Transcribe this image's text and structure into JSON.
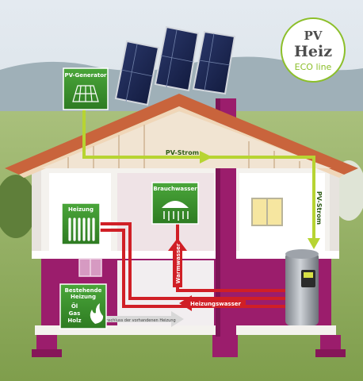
{
  "logo": {
    "pv": "PV",
    "heiz": "Heiz",
    "eco": "ECO line"
  },
  "boxes": {
    "pv_generator": "PV-Generator",
    "heizung": "Heizung",
    "brauchwasser": "Brauchwasser",
    "bestehende_1": "Bestehende",
    "bestehende_2": "Heizung",
    "oel": "Öl",
    "gas": "Gas",
    "holz": "Holz"
  },
  "arrows": {
    "pv_strom_horizontal": "PV-Strom",
    "pv_strom_vertical": "PV-Strom",
    "warmwasser": "Warmwasser",
    "heizungswasser": "Heizungswasser",
    "anschluss": "Anschluss der vorhandenen Heizung"
  },
  "colors": {
    "magenta": "#9b1d6c",
    "green": "#3d8b2f",
    "arrow_green": "#b7d432",
    "red": "#d01f26",
    "white_wall": "#f4f2ee"
  }
}
